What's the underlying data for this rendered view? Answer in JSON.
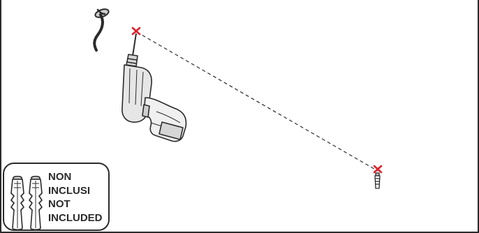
{
  "notice": {
    "line1": "NON",
    "line2": "INCLUSI",
    "line3": "NOT",
    "line4": "INCLUDED"
  },
  "icons": {
    "drill": "drill-icon",
    "cable": "power-cable-icon",
    "marker": "drill-point-x-icon",
    "anchor": "wall-plug-icon",
    "plugs": "wall-plugs-icon"
  },
  "colors": {
    "line": "#2b2b2b",
    "marker": "#e0212b"
  }
}
